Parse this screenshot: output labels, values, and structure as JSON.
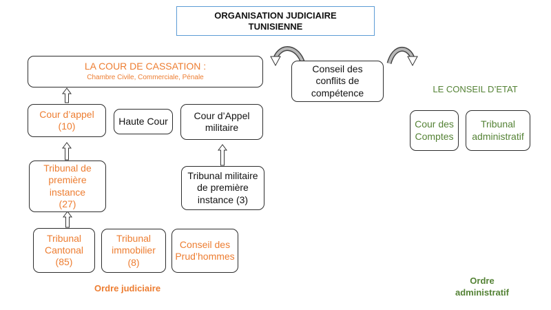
{
  "title": {
    "line1": "ORGANISATION JUDICIAIRE",
    "line2": "TUNISIENNE"
  },
  "ordre_judiciaire": {
    "cassation": {
      "title": "LA COUR DE CASSATION :",
      "chambers": "Chambre Civile, Commerciale, Pénale"
    },
    "cour_appel": {
      "line1": "Cour d’appel",
      "line2": "(10)"
    },
    "haute_cour": {
      "label": "Haute Cour"
    },
    "cour_appel_militaire": {
      "line1": "Cour d’Appel",
      "line2": "militaire"
    },
    "tribunal_premiere_instance": {
      "line1": "Tribunal de",
      "line2": "première",
      "line3": "instance",
      "line4": "(27)"
    },
    "tribunal_militaire": {
      "line1": "Tribunal militaire",
      "line2": "de première",
      "line3": "instance (3)"
    },
    "tribunal_cantonal": {
      "line1": "Tribunal",
      "line2": "Cantonal",
      "line3": "(85)"
    },
    "tribunal_immobilier": {
      "line1": "Tribunal",
      "line2": "immobilier",
      "line3": "(8)"
    },
    "prudhommes": {
      "line1": "Conseil des",
      "line2": "Prud’hommes"
    },
    "footer_label": "Ordre judiciaire"
  },
  "conflits": {
    "line1": "Conseil des",
    "line2": "conflits de",
    "line3": "compétence"
  },
  "ordre_administratif": {
    "conseil_etat": "LE CONSEIL D’ETAT",
    "cour_comptes": {
      "line1": "Cour des",
      "line2": "Comptes"
    },
    "tribunal_administratif": {
      "line1": "Tribunal",
      "line2": "administratif"
    },
    "footer_line1": "Ordre",
    "footer_line2": "administratif"
  },
  "colors": {
    "judiciaire": "#ed7d31",
    "administratif": "#548235",
    "title_border": "#5b9bd5",
    "box_border": "#2b2b2b"
  }
}
